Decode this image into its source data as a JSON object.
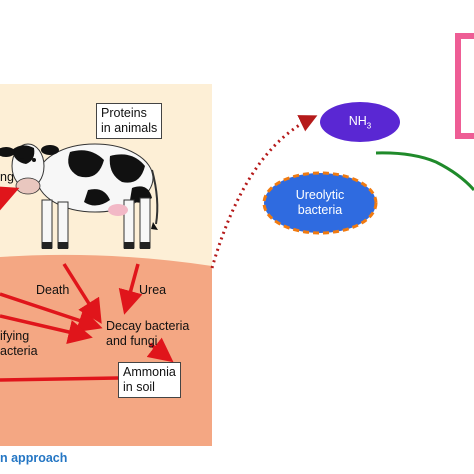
{
  "labels": {
    "proteins_line1": "Proteins",
    "proteins_line2": "in animals",
    "feeding_fragment": "ng",
    "death": "Death",
    "urea": "Urea",
    "decay_line1": "Decay bacteria",
    "decay_line2": "and fungi",
    "nitrifying_line1": "ifying",
    "nitrifying_line2": "acteria",
    "ammonia_line1": "Ammonia",
    "ammonia_line2": "in soil",
    "nh3": "NH",
    "nh3_sub": "3",
    "ureolytic_line1": "Ureolytic",
    "ureolytic_line2": "bacteria",
    "caption": "n approach"
  },
  "colors": {
    "panel": "#fdefd6",
    "soil": "#f4a783",
    "arrow": "#e0151b",
    "dotted_arrow": "#b51a1a",
    "nh3_oval": "#5a27d3",
    "ureolytic_oval": "#2f6be0",
    "ureolytic_border": "#f07a10",
    "green_curve": "#1f8a2a",
    "pink_box": "#ee5d95",
    "caption": "#2476c4"
  }
}
